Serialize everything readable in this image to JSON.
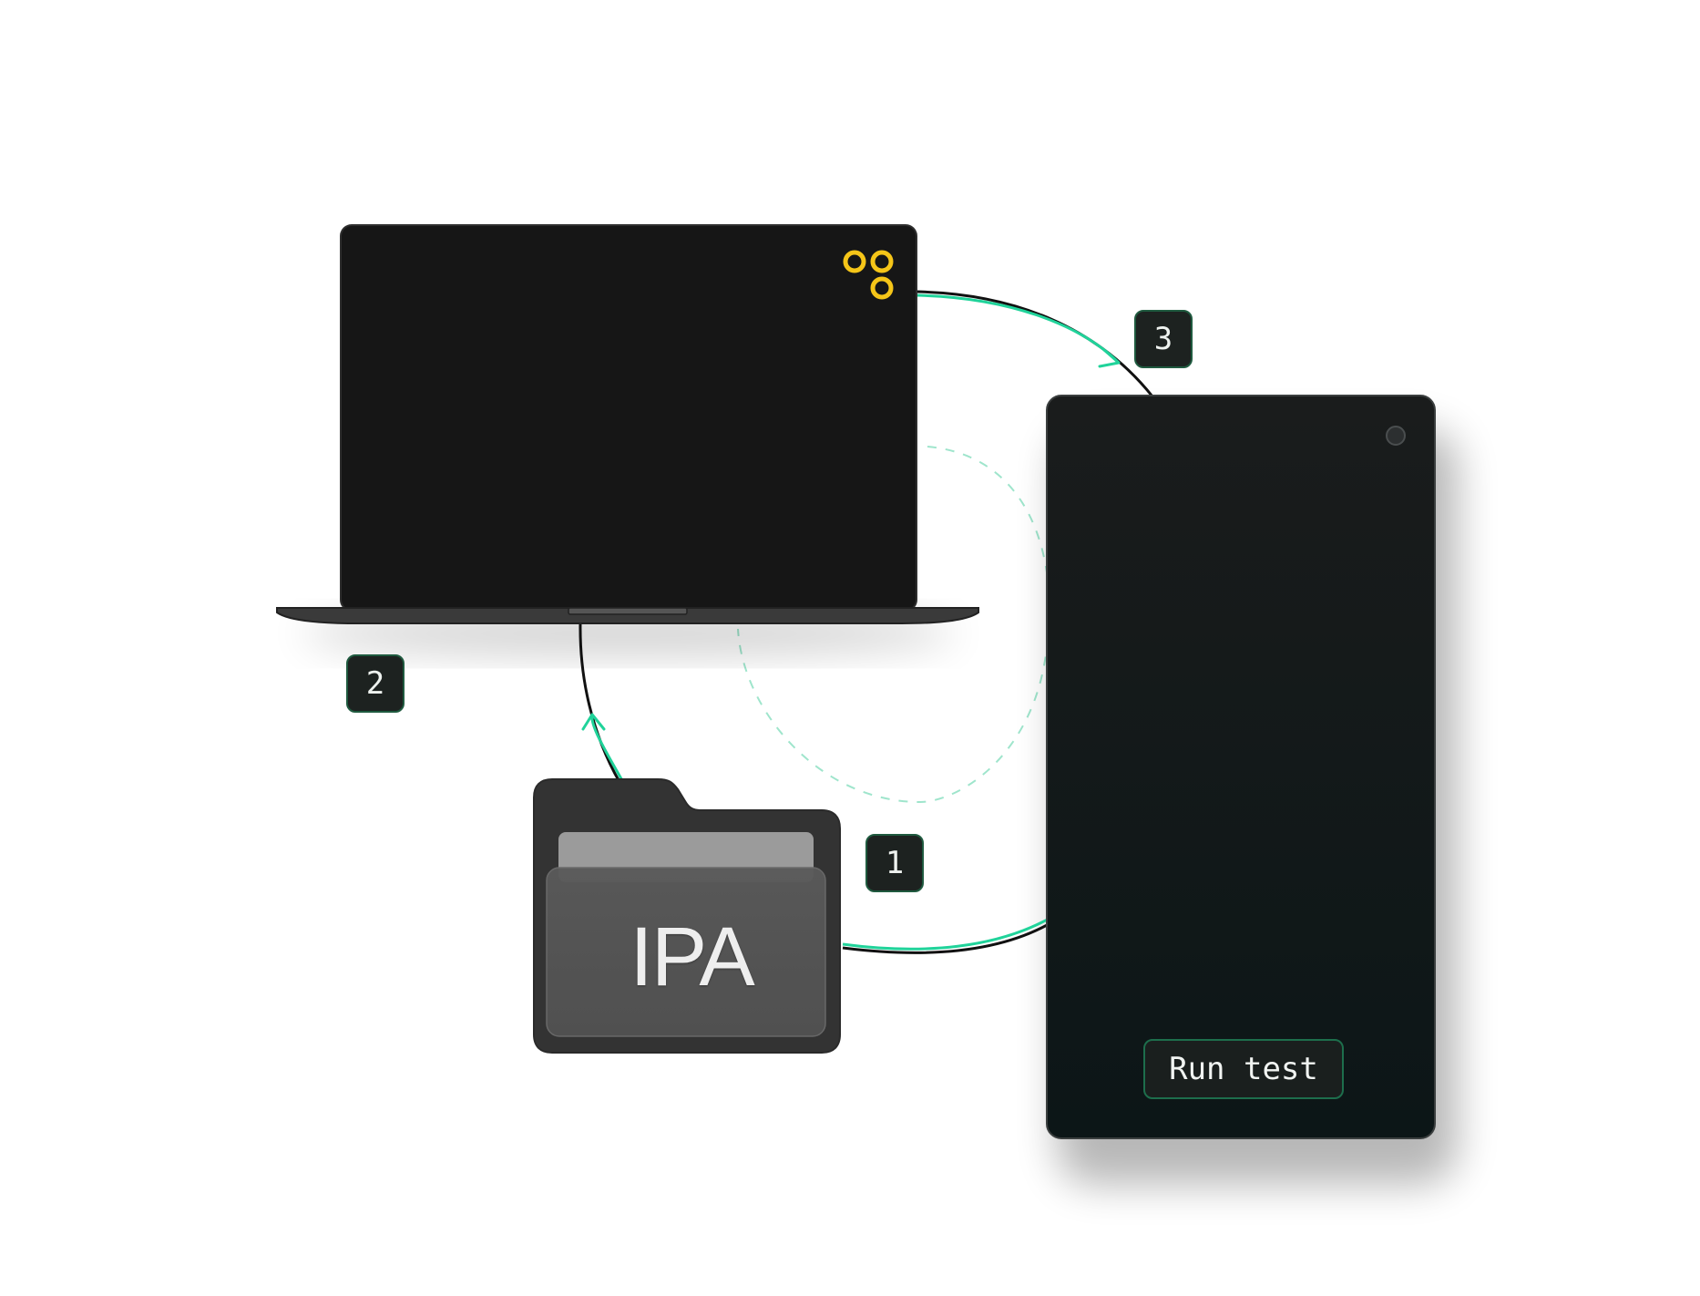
{
  "diagram": {
    "steps": [
      {
        "number": "1"
      },
      {
        "number": "2"
      },
      {
        "number": "3"
      }
    ],
    "folder": {
      "label": "IPA"
    },
    "phone": {
      "button_label": "Run test"
    },
    "colors": {
      "accent": "#20d39a",
      "logo": "#f5c518",
      "device_dark": "#161616"
    },
    "icons": [
      "folder-icon",
      "laptop-icon",
      "phone-icon",
      "logo-icon"
    ]
  }
}
